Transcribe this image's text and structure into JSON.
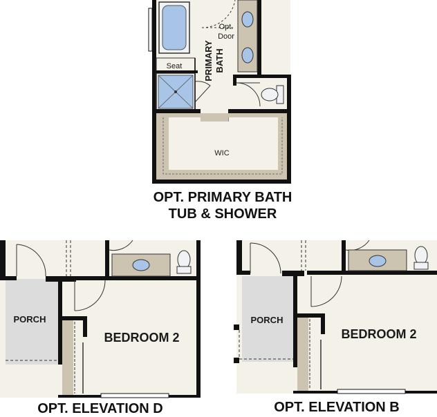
{
  "colors": {
    "floor": "#f4f1e8",
    "wall": "#111111",
    "cabinet": "#cdc3b1",
    "fixture": "#f1f2f4",
    "water": "#a8c4e6",
    "porch": "#dcdcdc"
  },
  "top_plan": {
    "labels": {
      "primary_bath_line1": "PRIMARY",
      "primary_bath_line2": "BATH",
      "opt_door_line1": "Opt.",
      "opt_door_line2": "Door",
      "seat": "Seat",
      "wic": "WIC"
    },
    "caption_line1": "OPT. PRIMARY BATH",
    "caption_line2": "TUB & SHOWER"
  },
  "elevation_d": {
    "porch": "PORCH",
    "bedroom": "BEDROOM 2",
    "caption": "OPT. ELEVATION D"
  },
  "elevation_b": {
    "porch": "PORCH",
    "bedroom": "BEDROOM 2",
    "caption": "OPT. ELEVATION B"
  }
}
